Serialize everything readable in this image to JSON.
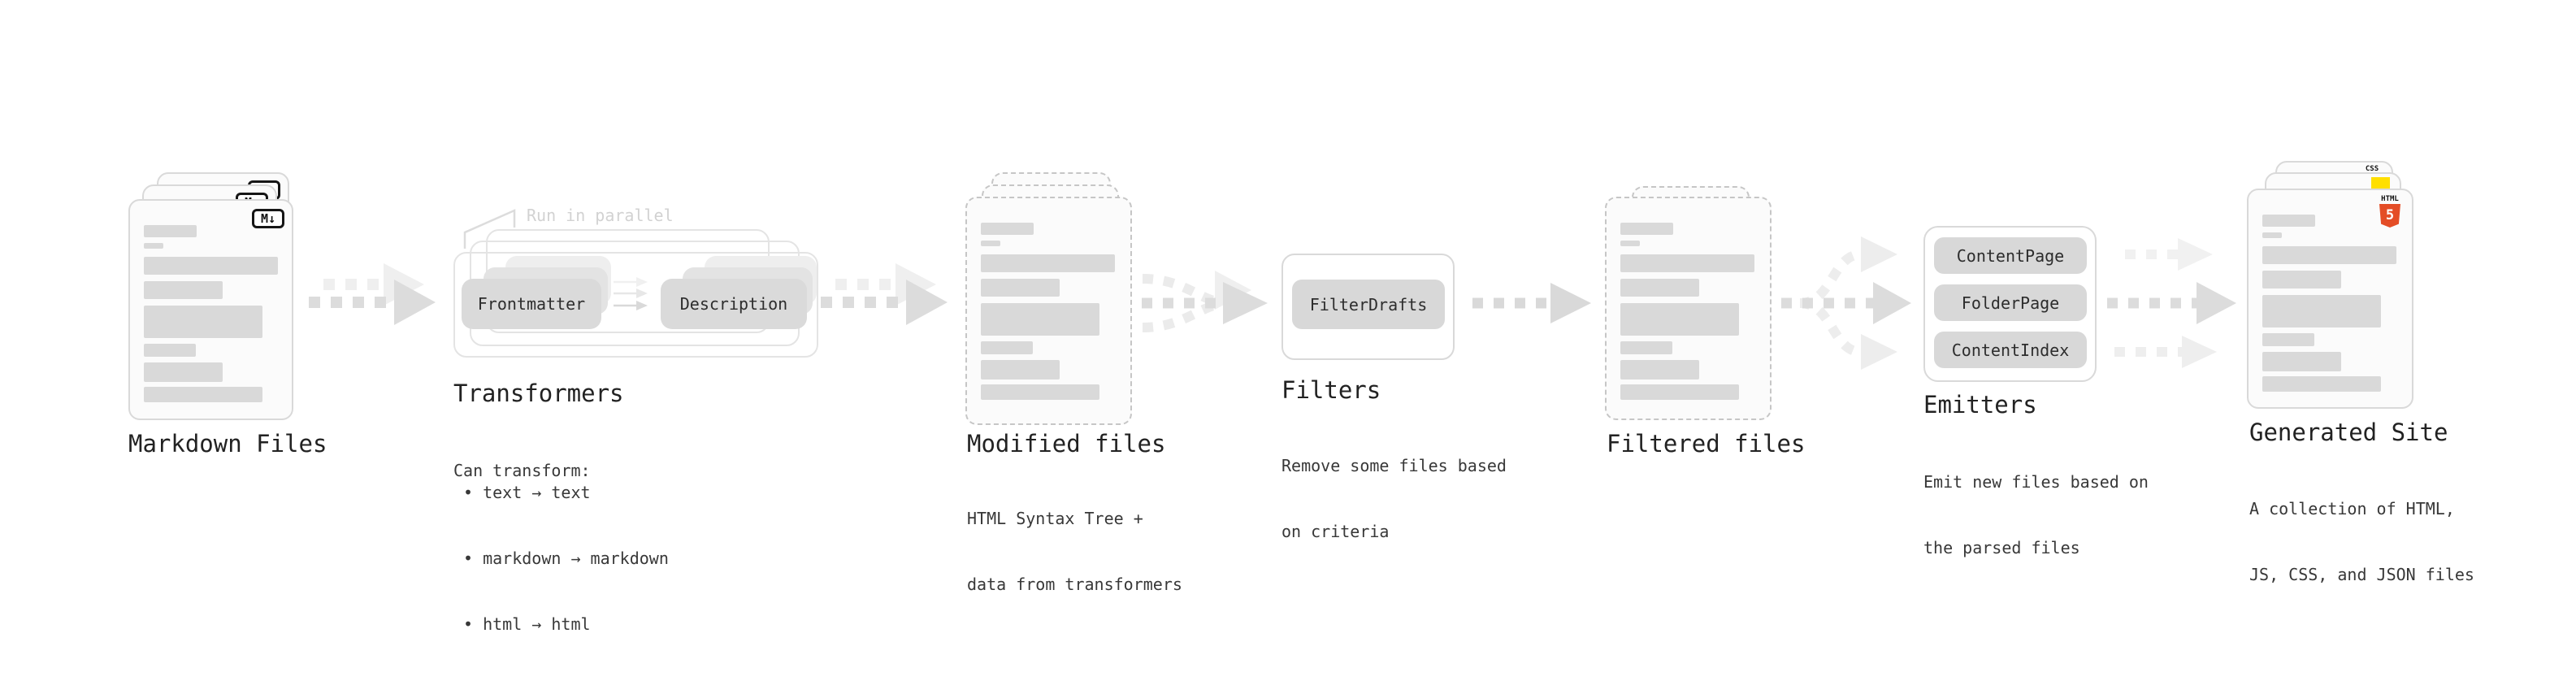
{
  "stages": {
    "markdown": {
      "label": "Markdown Files",
      "badge": "M↓"
    },
    "transformers": {
      "label": "Transformers",
      "note": "Run in parallel",
      "frontmatter": "Frontmatter",
      "description": "Description",
      "can_transform": "Can transform:",
      "bullets": [
        "• text → text",
        "• markdown → markdown",
        "• html → html"
      ]
    },
    "modified": {
      "label": "Modified files",
      "desc": [
        "HTML Syntax Tree +",
        "data from transformers"
      ]
    },
    "filters": {
      "label": "Filters",
      "filter_drafts": "FilterDrafts",
      "desc": [
        "Remove some files based",
        "on criteria"
      ]
    },
    "filtered": {
      "label": "Filtered files"
    },
    "emitters": {
      "label": "Emitters",
      "buttons": [
        "ContentPage",
        "FolderPage",
        "ContentIndex"
      ],
      "desc": [
        "Emit new files based on",
        "the parsed files"
      ]
    },
    "generated": {
      "label": "Generated Site",
      "css_badge": "CSS",
      "html_word": "HTML",
      "html_five": "5",
      "desc": [
        "A collection of HTML,",
        "JS, CSS, and JSON files"
      ]
    }
  },
  "colors": {
    "html5_orange": "#e44d26",
    "js_yellow": "#ffdf00",
    "css_blue": "#2965f1",
    "arrow_dark": "#dcdcdc",
    "arrow_light": "#efefef",
    "bar_grey": "#d9d9d9"
  }
}
